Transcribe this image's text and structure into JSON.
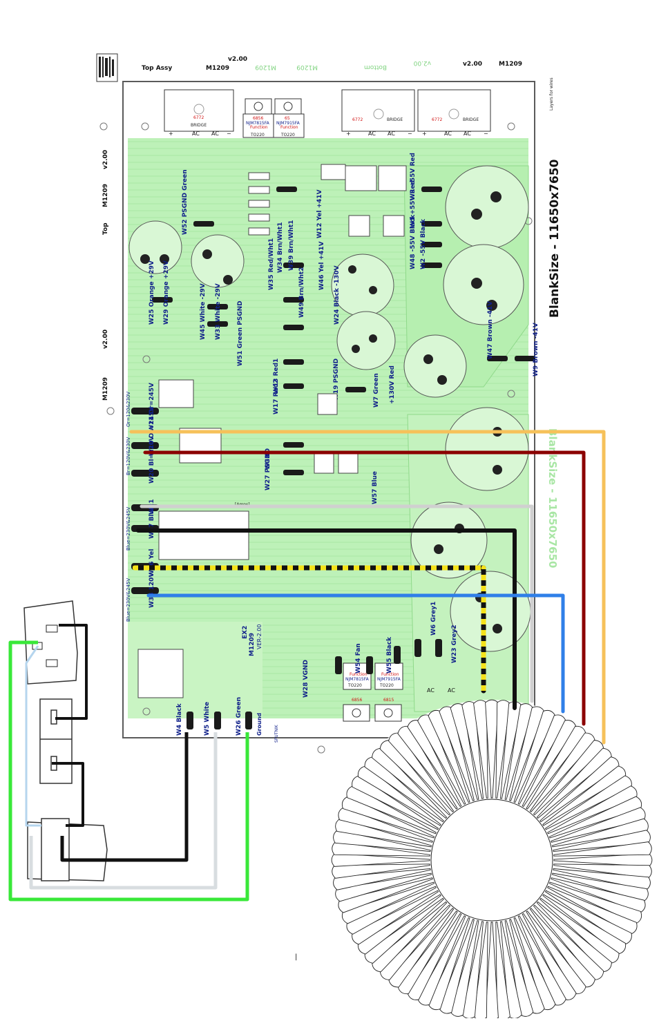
{
  "header": {
    "top_assy": "Top Assy",
    "version_left": "v2.00",
    "model_left": "M1209",
    "ghost_left_1": "M1209",
    "ghost_left_2": "M1209",
    "bottom": "Bottom",
    "ghost_version": "v2.00",
    "version_right": "v2.00",
    "model_right": "M1209",
    "layers_note": "Layers for wires"
  },
  "side_left": {
    "version": "v2.00",
    "model": "M1209",
    "top": "Top",
    "version2": "v2.00",
    "model2": "M1209"
  },
  "blank_size": "BlankSize - 11650x7650",
  "ghost_blank_size": "BlankSize - 11650x7650",
  "bridges": [
    {
      "part": "6772",
      "name": "BRIDGE"
    },
    {
      "part": "6772",
      "name": "BRIDGE"
    },
    {
      "part": "6772",
      "name": "BRIDGE"
    }
  ],
  "regulators": [
    {
      "part": "6856",
      "name": "NJM7815FA",
      "func": "Function",
      "pkg": "TO220"
    },
    {
      "part": "65",
      "name": "NJM7915FA",
      "func": "Function",
      "pkg": "TO220"
    },
    {
      "part": "6856",
      "name": "NJM7815FA",
      "func": "Function",
      "pkg": "TO220"
    },
    {
      "part": "6815",
      "name": "NJM7915FA",
      "func": "Function",
      "pkg": "TO220"
    }
  ],
  "board_text": {
    "ex2": "EX2",
    "ver": "VER-2.00",
    "m1209": "M1209",
    "sputnik": "SPUTNIK",
    "ground": "Ground",
    "amps": "[Amps]"
  },
  "wire_labels": [
    "W52 PSGND Green",
    "W25 Orange +29V",
    "W29 Orange +29V",
    "W45 White -29V",
    "W33 White -29V",
    "W51 Green PSGND",
    "W35 Red/Wht1",
    "W34 Brn/Wht1",
    "W39 Brn/Wht1",
    "W49 Brn/Wht2",
    "W13 Red1",
    "W17 Red2",
    "W12 Yel +41V",
    "W46 Yel +41V",
    "W24 Black -130V",
    "W19 PSGND",
    "W7 Green",
    "+130V Red",
    "W3 +55V Red",
    "W1 +55V Red",
    "W48 -55V Black",
    "W2 -55V Black",
    "W47 Brown -41V",
    "W9 Brown -41V",
    "W11 Or=245V",
    "W10 Or=245V",
    "W20 Bl=120V",
    "W21",
    "W37 Blue",
    "W36 Yel",
    "W38 120V",
    "W4 Black",
    "W5 White",
    "W26 Green",
    "W27 PSGND",
    "W32",
    "W57 Blue",
    "W28 VGND",
    "W54 Fan",
    "W55 Black",
    "W6 Grey1",
    "W23 Grey2"
  ],
  "connector_labels": {
    "left1": "Or=120&230V",
    "left2": "Br=120V&230V",
    "left3": "Blue=230V&245V",
    "left4": "Blue=230V&245V"
  },
  "wire_colors": {
    "orange": "#f6c15a",
    "darkred": "#8b0000",
    "black": "#111111",
    "grey": "#d0d0d0",
    "yellow": "#f5e21a",
    "blue": "#2f7fe8",
    "green": "#39e839",
    "lightblue": "#b5d5ee",
    "board_green": "#b6efb0",
    "pad_green": "#7ed87a",
    "board_outline": "#5a5a5a"
  }
}
